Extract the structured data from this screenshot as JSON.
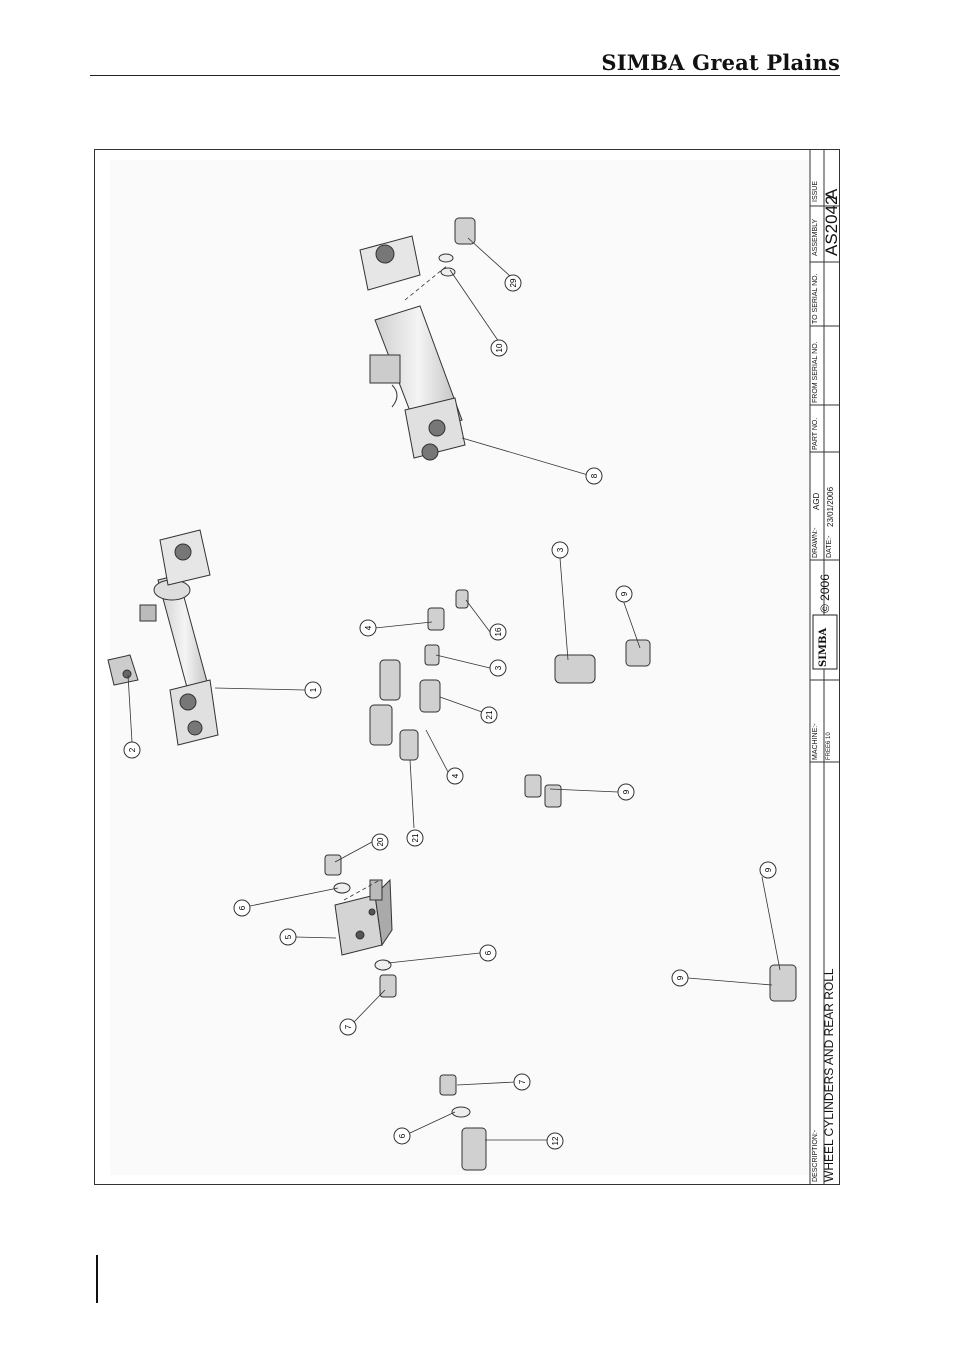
{
  "header": {
    "brand": "SIMBA Great Plains"
  },
  "title_block": {
    "description_label": "DESCRIPTION:-",
    "description": "WHEEL CYLINDERS AND REAR ROLL",
    "machine_label": "MACHINE:-",
    "machine": "FREE6 10",
    "logo_text": "SIMBA",
    "copyright": "© 2006",
    "drawn_label": "DRAWN:-",
    "drawn": "AGD",
    "date_label": "DATE:-",
    "date": "23/01/2006",
    "part_no_label": "PART NO.",
    "from_serial_label": "FROM SERIAL NO.",
    "to_serial_label": "TO SERIAL NO.",
    "assembly_label": "ASSEMBLY",
    "assembly": "AS2042",
    "issue_label": "ISSUE",
    "issue": "A"
  },
  "callouts": [
    "1",
    "2",
    "3",
    "3",
    "4",
    "4",
    "5",
    "6",
    "6",
    "6",
    "7",
    "7",
    "8",
    "9",
    "9",
    "9",
    "9",
    "10",
    "12",
    "16",
    "20",
    "21",
    "21",
    "29"
  ]
}
